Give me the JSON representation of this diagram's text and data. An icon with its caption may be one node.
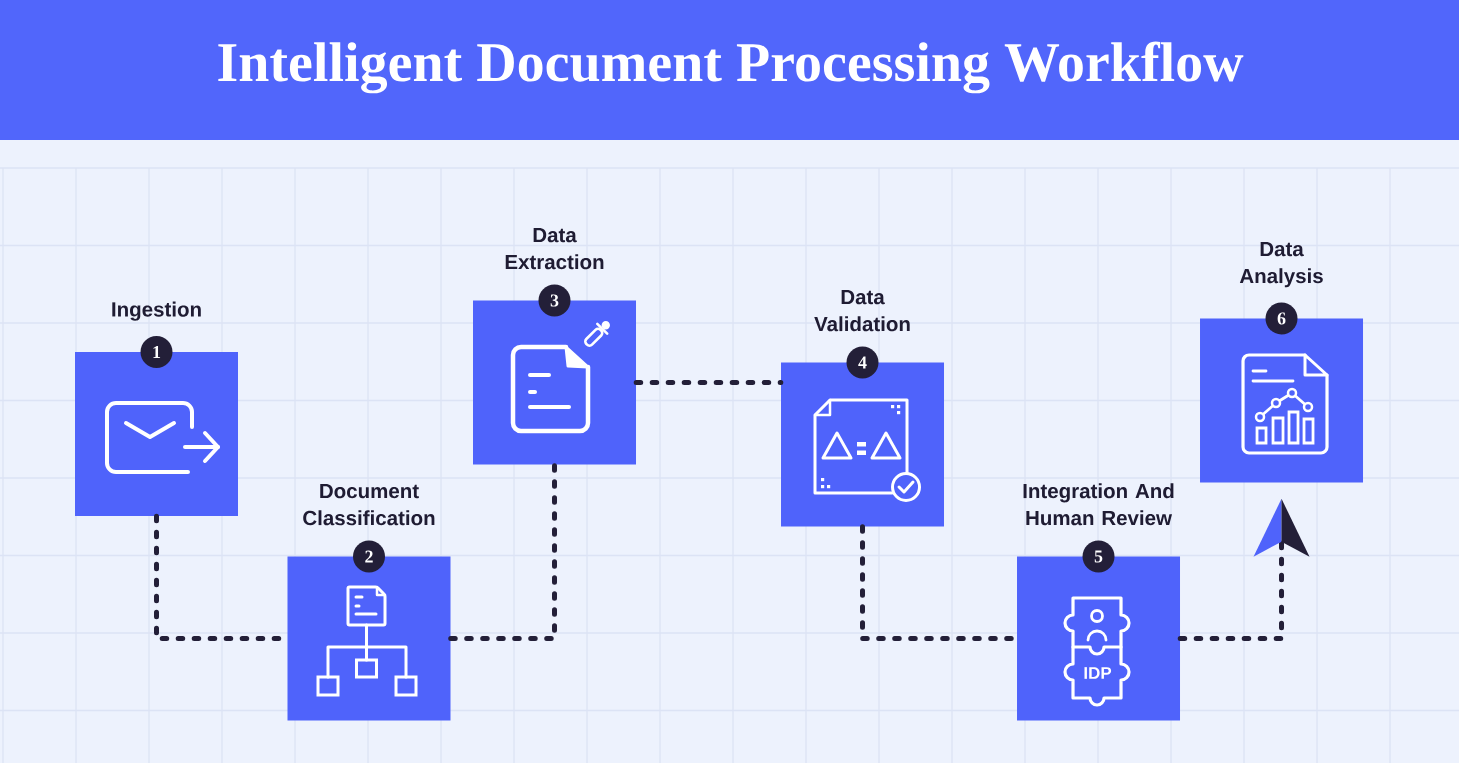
{
  "diagram": {
    "title": "Intelligent Document Processing Workflow",
    "nodes": [
      {
        "text": [
          "Ingestion"
        ]
      },
      {
        "text": [
          "1"
        ]
      },
      {
        "text": [
          "Document Classification"
        ]
      },
      {
        "text": [
          "2"
        ]
      },
      {
        "text": [
          "Data Extraction"
        ]
      },
      {
        "text": [
          "3"
        ]
      },
      {
        "text": [
          "Data Validation"
        ]
      },
      {
        "text": [
          "4"
        ]
      },
      {
        "text": [
          "Integration And Human Review"
        ]
      },
      {
        "text": [
          "5"
        ]
      },
      {
        "text": [
          "Data Analysis"
        ]
      },
      {
        "text": [
          "6"
        ]
      }
    ],
    "edges": [
      {
        "from": 0,
        "to": 2,
        "arrow": "none",
        "style": "dashed"
      },
      {
        "from": 2,
        "to": 4,
        "arrow": "none",
        "style": "dashed"
      },
      {
        "from": 4,
        "to": 6,
        "arrow": "none",
        "style": "dashed"
      },
      {
        "from": 6,
        "to": 8,
        "arrow": "none",
        "style": "dashed"
      },
      {
        "from": 8,
        "to": 10,
        "arrow": "to",
        "style": "dashed"
      }
    ],
    "labels": [
      "IDP"
    ]
  }
}
